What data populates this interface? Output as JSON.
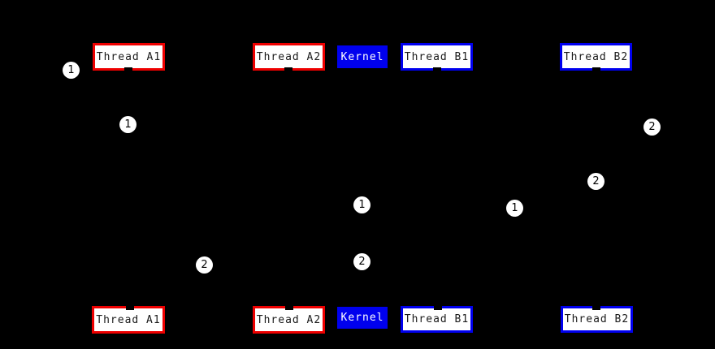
{
  "diagram": {
    "description": "Thread scheduling sequence diagram on black background",
    "colors": {
      "background": "#000000",
      "red_border": "#ee0000",
      "blue": "#0000ee",
      "box_fill": "#ffffff",
      "box_text": "#1a1a1a",
      "kernel_text": "#ffffff",
      "marker_fill": "#ffffff",
      "marker_text": "#000000"
    },
    "lanes": [
      {
        "label": "Thread A1",
        "style": "red"
      },
      {
        "label": "Thread A2",
        "style": "red"
      },
      {
        "label": "Kernel",
        "style": "kernel"
      },
      {
        "label": "Thread B1",
        "style": "blue"
      },
      {
        "label": "Thread B2",
        "style": "blue"
      }
    ],
    "markers": [
      {
        "label": "1"
      },
      {
        "label": "1"
      },
      {
        "label": "2"
      },
      {
        "label": "2"
      },
      {
        "label": "1"
      },
      {
        "label": "1"
      },
      {
        "label": "2"
      },
      {
        "label": "2"
      }
    ]
  }
}
